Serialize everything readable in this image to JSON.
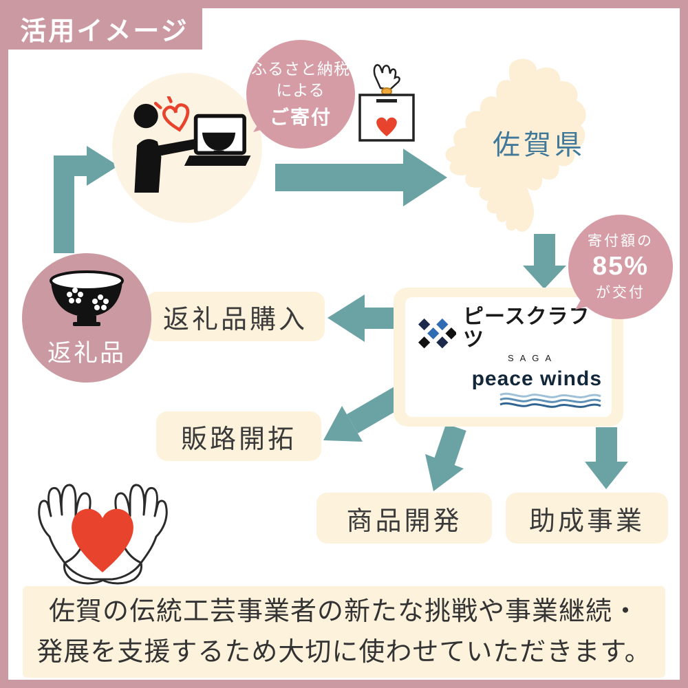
{
  "header": {
    "title": "活用イメージ"
  },
  "flow": {
    "donation_bubble": {
      "line1": "ふるさと納税",
      "line2": "による",
      "line3": "ご寄付"
    },
    "prefecture": "佐賀県",
    "grant_bubble": {
      "line1": "寄付額の",
      "line2": "85%",
      "line3": "が交付"
    },
    "org": {
      "craft_logo": "ピースクラフツ",
      "craft_logo_sub": "SAGA",
      "ngo_logo": "peace winds"
    },
    "return_gift_purchase": "返礼品購入",
    "return_gift": "返礼品",
    "sales_channel": "販路開拓",
    "product_dev": "商品開発",
    "grant_program": "助成事業"
  },
  "footer": {
    "line1": "佐賀の伝統工芸事業者の新たな挑戦や事業継続・",
    "line2": "発展を支援するため大切に使わせていただきます。"
  },
  "colors": {
    "frame_pink": "#cb99a2",
    "bubble_pink": "#d69ca6",
    "panel_cream": "#fdf2dc",
    "arrow_teal": "#6ba3a5",
    "heart_red": "#e8432c",
    "prefecture_label_blue": "#40789a",
    "text_dark": "#3a3a3a"
  },
  "icons": {
    "person_at_laptop": "person-at-laptop-icon",
    "donation_box": "donation-box-icon",
    "saga_map": "saga-map-shape",
    "rice_bowl": "rice-bowl-icon",
    "hands_holding_heart": "hands-holding-heart-icon",
    "peace_crafts_diamonds": "peace-crafts-diamond-icon",
    "peace_winds_waves": "peace-winds-wave-icon"
  }
}
